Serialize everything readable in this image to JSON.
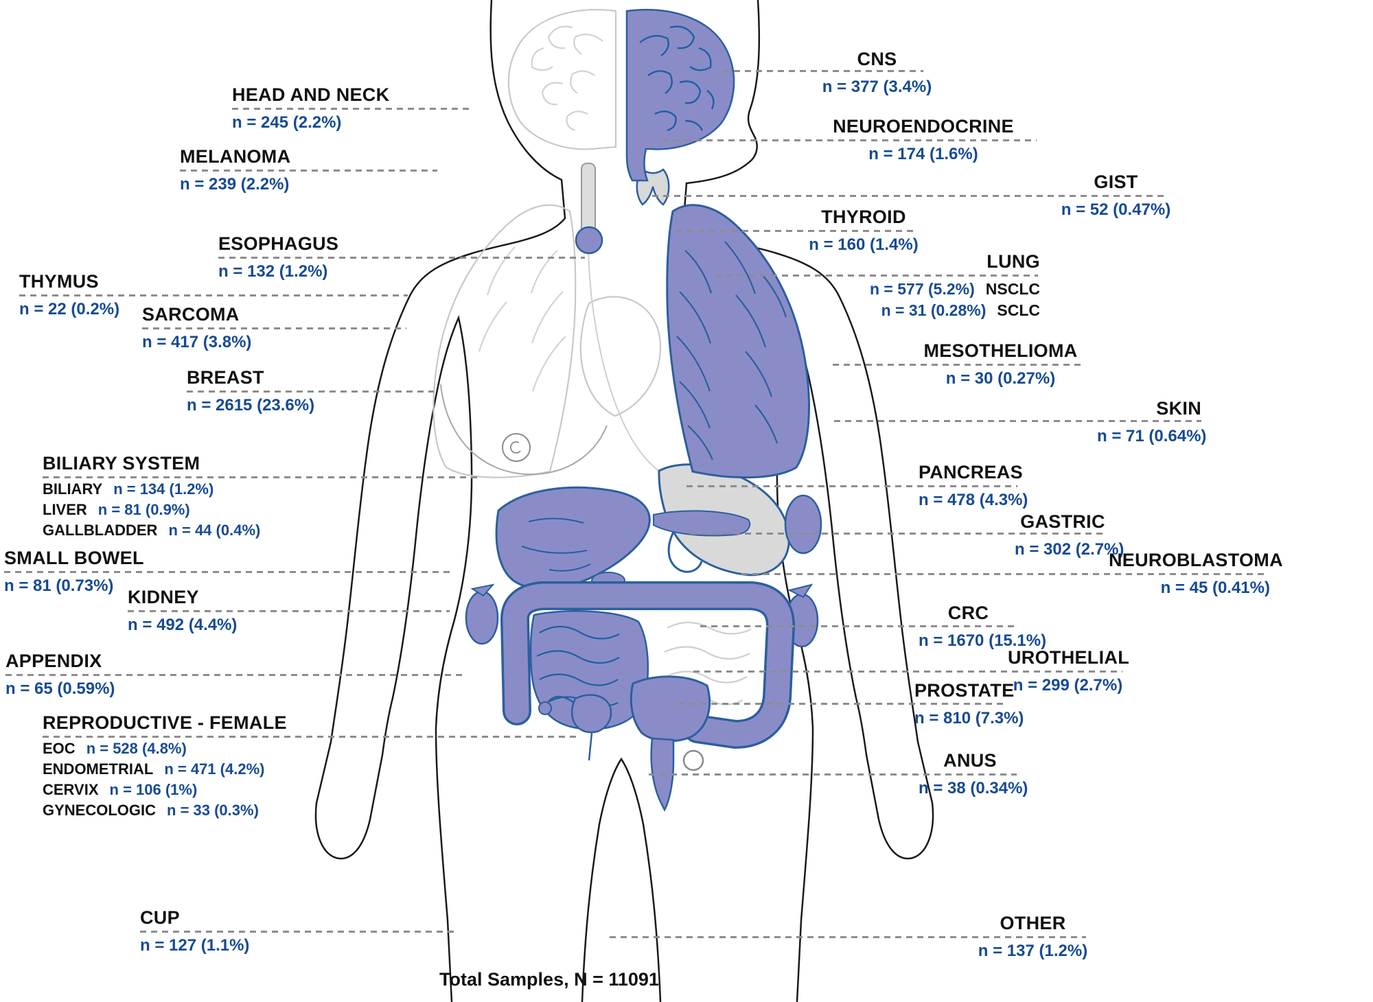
{
  "colors": {
    "value_blue": "#164a94",
    "label_black": "#111111",
    "organ_purple": "#8a8cc8",
    "organ_outline_blue": "#2b5f9f",
    "organ_gray": "#d9d9d9",
    "leader_line_gray": "#8d8d8d"
  },
  "footer": {
    "total_samples": "Total Samples, N = 11091"
  },
  "annotations": [
    {
      "id": "head_and_neck",
      "title": "HEAD AND NECK",
      "value": "n = 245 (2.2%)"
    },
    {
      "id": "melanoma",
      "title": "MELANOMA",
      "value": "n = 239 (2.2%)"
    },
    {
      "id": "esophagus",
      "title": "ESOPHAGUS",
      "value": "n = 132 (1.2%)"
    },
    {
      "id": "thymus",
      "title": "THYMUS",
      "value": "n = 22 (0.2%)"
    },
    {
      "id": "sarcoma",
      "title": "SARCOMA",
      "value": "n = 417 (3.8%)"
    },
    {
      "id": "breast",
      "title": "BREAST",
      "value": "n = 2615 (23.6%)"
    },
    {
      "id": "biliary_system",
      "title": "BILIARY SYSTEM",
      "rows": [
        {
          "label": "BILIARY",
          "value": "n = 134 (1.2%)"
        },
        {
          "label": "LIVER",
          "value": "n = 81 (0.9%)"
        },
        {
          "label": "GALLBLADDER",
          "value": "n = 44 (0.4%)"
        }
      ]
    },
    {
      "id": "small_bowel",
      "title": "SMALL BOWEL",
      "value": "n = 81 (0.73%)"
    },
    {
      "id": "kidney",
      "title": "KIDNEY",
      "value": "n = 492 (4.4%)"
    },
    {
      "id": "appendix",
      "title": "APPENDIX",
      "value": "n = 65 (0.59%)"
    },
    {
      "id": "reproductive_female",
      "title": "REPRODUCTIVE - FEMALE",
      "rows": [
        {
          "label": "EOC",
          "value": "n = 528 (4.8%)"
        },
        {
          "label": "ENDOMETRIAL",
          "value": "n = 471 (4.2%)"
        },
        {
          "label": "CERVIX",
          "value": "n = 106 (1%)"
        },
        {
          "label": "GYNECOLOGIC",
          "value": "n = 33 (0.3%)"
        }
      ]
    },
    {
      "id": "cup",
      "title": "CUP",
      "value": "n = 127 (1.1%)"
    },
    {
      "id": "cns",
      "title": "CNS",
      "value": "n = 377 (3.4%)"
    },
    {
      "id": "neuroendocrine",
      "title": "NEUROENDOCRINE",
      "value": "n = 174 (1.6%)"
    },
    {
      "id": "gist",
      "title": "GIST",
      "value": "n = 52 (0.47%)"
    },
    {
      "id": "thyroid",
      "title": "THYROID",
      "value": "n = 160 (1.4%)"
    },
    {
      "id": "lung",
      "title": "LUNG",
      "rows": [
        {
          "label": "NSCLC",
          "value": "n = 577 (5.2%)",
          "label_first": false
        },
        {
          "label": "SCLC",
          "value": "n = 31 (0.28%)",
          "label_first": false
        }
      ]
    },
    {
      "id": "mesothelioma",
      "title": "MESOTHELIOMA",
      "value": "n = 30 (0.27%)"
    },
    {
      "id": "skin",
      "title": "SKIN",
      "value": "n = 71 (0.64%)"
    },
    {
      "id": "pancreas",
      "title": "PANCREAS",
      "value": "n = 478 (4.3%)"
    },
    {
      "id": "gastric",
      "title": "GASTRIC",
      "value": "n = 302 (2.7%)"
    },
    {
      "id": "neuroblastoma",
      "title": "NEUROBLASTOMA",
      "value": "n = 45 (0.41%)"
    },
    {
      "id": "crc",
      "title": "CRC",
      "value": "n = 1670 (15.1%)"
    },
    {
      "id": "urothelial",
      "title": "UROTHELIAL",
      "value": "n = 299 (2.7%)"
    },
    {
      "id": "prostate",
      "title": "PROSTATE",
      "value": "n = 810 (7.3%)"
    },
    {
      "id": "anus",
      "title": "ANUS",
      "value": "n = 38 (0.34%)"
    },
    {
      "id": "other",
      "title": "OTHER",
      "value": "n = 137 (1.2%)"
    }
  ]
}
